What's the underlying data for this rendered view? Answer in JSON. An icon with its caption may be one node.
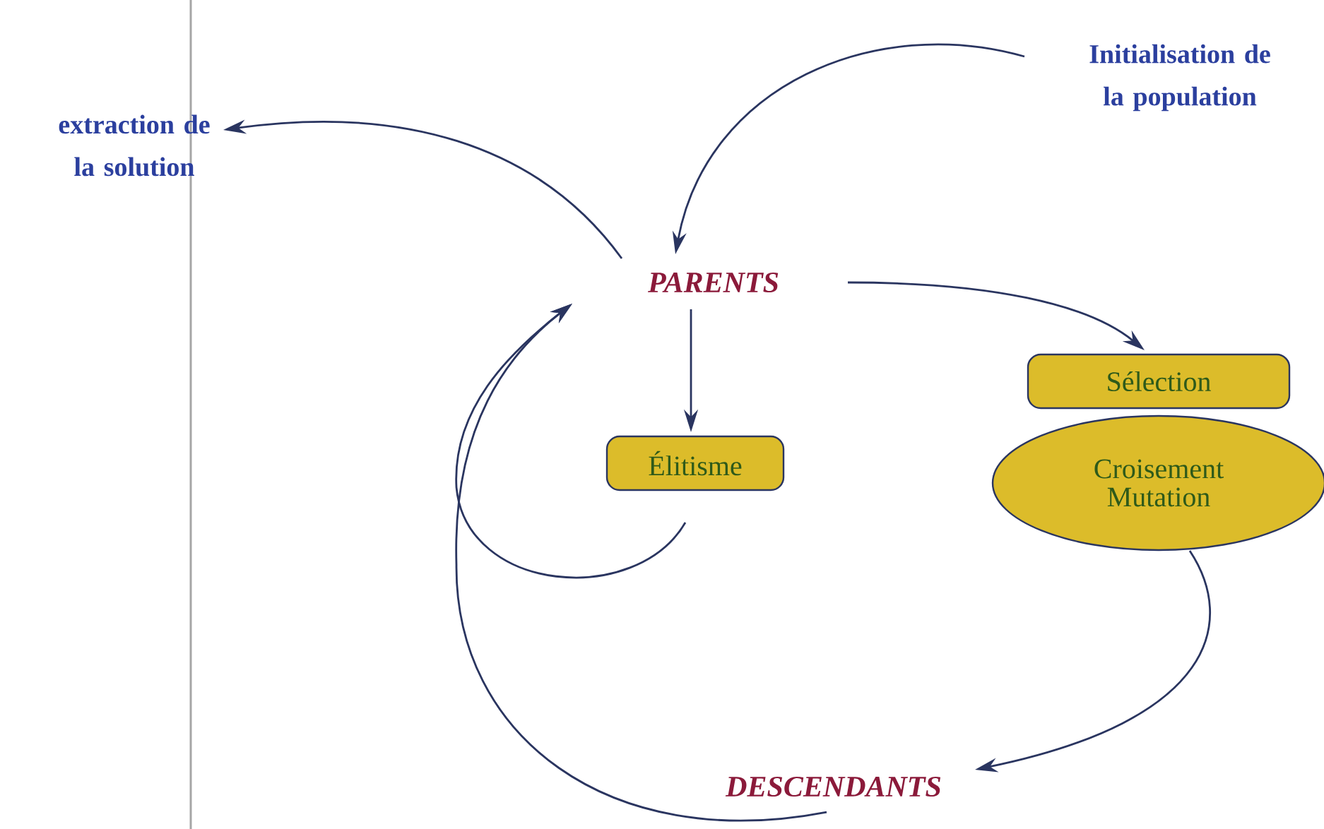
{
  "diagram": {
    "nodes": [
      {
        "text": [
          "extraction de la solution"
        ]
      },
      {
        "text": [
          "Initialisation de la population"
        ]
      },
      {
        "text": [
          "PARENTS"
        ]
      },
      {
        "text": [
          "Élitisme"
        ]
      },
      {
        "text": [
          "Sélection"
        ]
      },
      {
        "text": [
          "Croisement Mutation"
        ]
      },
      {
        "text": [
          "DESCENDANTS"
        ]
      }
    ],
    "edges": [
      {
        "from": 2,
        "to": 0,
        "arrow": "to"
      },
      {
        "from": 1,
        "to": 2,
        "arrow": "to"
      },
      {
        "from": 2,
        "to": 3,
        "arrow": "to"
      },
      {
        "from": 2,
        "to": 4,
        "arrow": "to"
      },
      {
        "from": 5,
        "to": 6,
        "arrow": "to"
      },
      {
        "from": 3,
        "to": 2,
        "arrow": "to"
      },
      {
        "from": 6,
        "to": 2,
        "arrow": "to"
      }
    ]
  }
}
